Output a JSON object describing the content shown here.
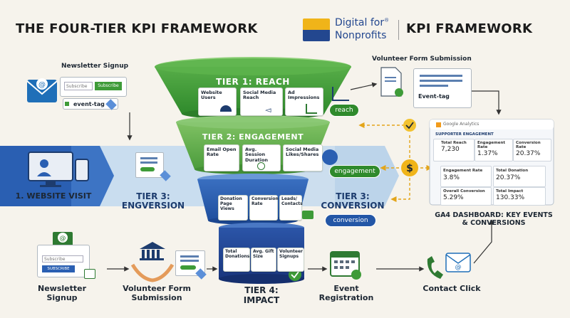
{
  "header": {
    "main_title": "THE FOUR-TIER KPI FRAMEWORK",
    "logo_line1": "Digital for",
    "logo_reg": "®",
    "logo_line2": "Nonprofits",
    "right_title": "KPI FRAMEWORK"
  },
  "tier1": {
    "title": "TIER 1: REACH",
    "cards": [
      "Website Users",
      "Social Media Reach",
      "Ad Impressions"
    ],
    "badge": "reach"
  },
  "tier2": {
    "title": "TIER 2: ENGAGEMENT",
    "cards": [
      "Email Open Rate",
      "Avg. Session Duration",
      "Social Media Likes/Shares"
    ],
    "badge": "engagement"
  },
  "tier3": {
    "cards": [
      "Donation Page Views",
      "Conversion Rate",
      "Leads/ Contacts"
    ],
    "left_label": "TIER 3: ENGVERSION",
    "right_label": "TIER 3: CONVERSION",
    "badge": "conversion"
  },
  "tier4": {
    "cards": [
      "Total Donations",
      "Avg. Gift Size",
      "Volunteer Signups"
    ],
    "label": "TIER 4: IMPACT"
  },
  "newsletter_top": {
    "label": "Newsletter Signup",
    "input_placeholder": "Subscribe",
    "button": "Subscribe",
    "event_tag": "event-tag"
  },
  "volunteer_top": {
    "label": "Volunteer Form Submission",
    "event_tag": "Event-tag"
  },
  "website_visit": {
    "label": "1. WEBSITE VISIT"
  },
  "bottom": {
    "newsletter": {
      "label": "Newsletter Signup",
      "input": "Subscribe",
      "button": "SUBSCRIBE"
    },
    "volunteer": {
      "label": "Volunteer Form Submission"
    },
    "event": {
      "label": "Event Registration"
    },
    "contact": {
      "label": "Contact Click"
    }
  },
  "ga4": {
    "brand": "Google Analytics",
    "section": "SUPPORTER ENGAGEMENT",
    "total_reach_label": "Total Reach",
    "total_reach_value": "7,230",
    "engagement_rate_label": "Engagement Rate",
    "engagement_rate_value": "1.37%",
    "conversion_rate_label": "Conversion Rate",
    "conversion_rate_value": "20.37%",
    "engagement_rate2_label": "Engagement Rate",
    "engagement_rate2_value": "3.8%",
    "total_donation_label": "Total Donation",
    "total_donation_value": "20.37%",
    "overall_conversion_label": "Overall Conversion",
    "overall_conversion_value": "5.29%",
    "total_impact_label": "Total Impact",
    "total_impact_value": "130.33%",
    "dashboard_label": "GA4 DASHBOARD: KEY EVENTS & CONVERSIONS"
  },
  "colors": {
    "tier1": "#3e9b38",
    "tier2": "#5fae4a",
    "tier3": "#2356a6",
    "tier4": "#1e3f8a",
    "band": "#cfe0ef",
    "accent_yellow": "#f0b419"
  }
}
